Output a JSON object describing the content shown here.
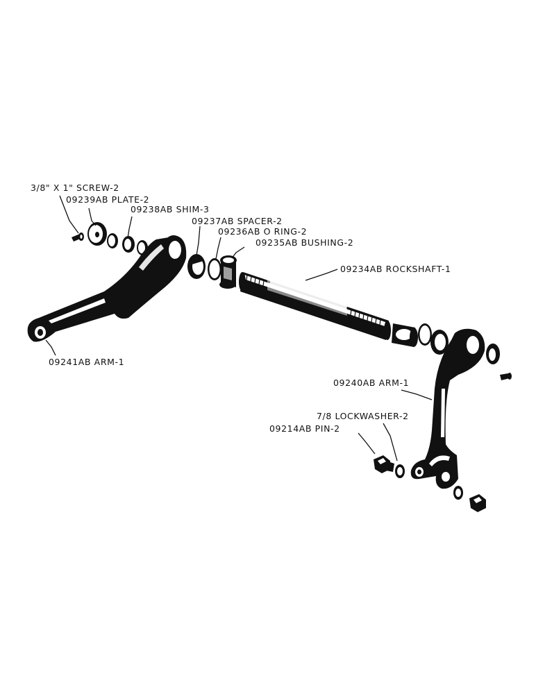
{
  "diagram": {
    "labels": {
      "screw": "3/8\" X 1\" SCREW-2",
      "plate": "09239AB PLATE-2",
      "shim": "09238AB SHIM-3",
      "spacer": "09237AB SPACER-2",
      "oring": "09236AB O RING-2",
      "bushing": "09235AB BUSHING-2",
      "rockshaft": "09234AB ROCKSHAFT-1",
      "arm_left": "09241AB ARM-1",
      "arm_right": "09240AB ARM-1",
      "lockwasher": "7/8 LOCKWASHER-2",
      "pin": "09214AB PIN-2"
    }
  }
}
